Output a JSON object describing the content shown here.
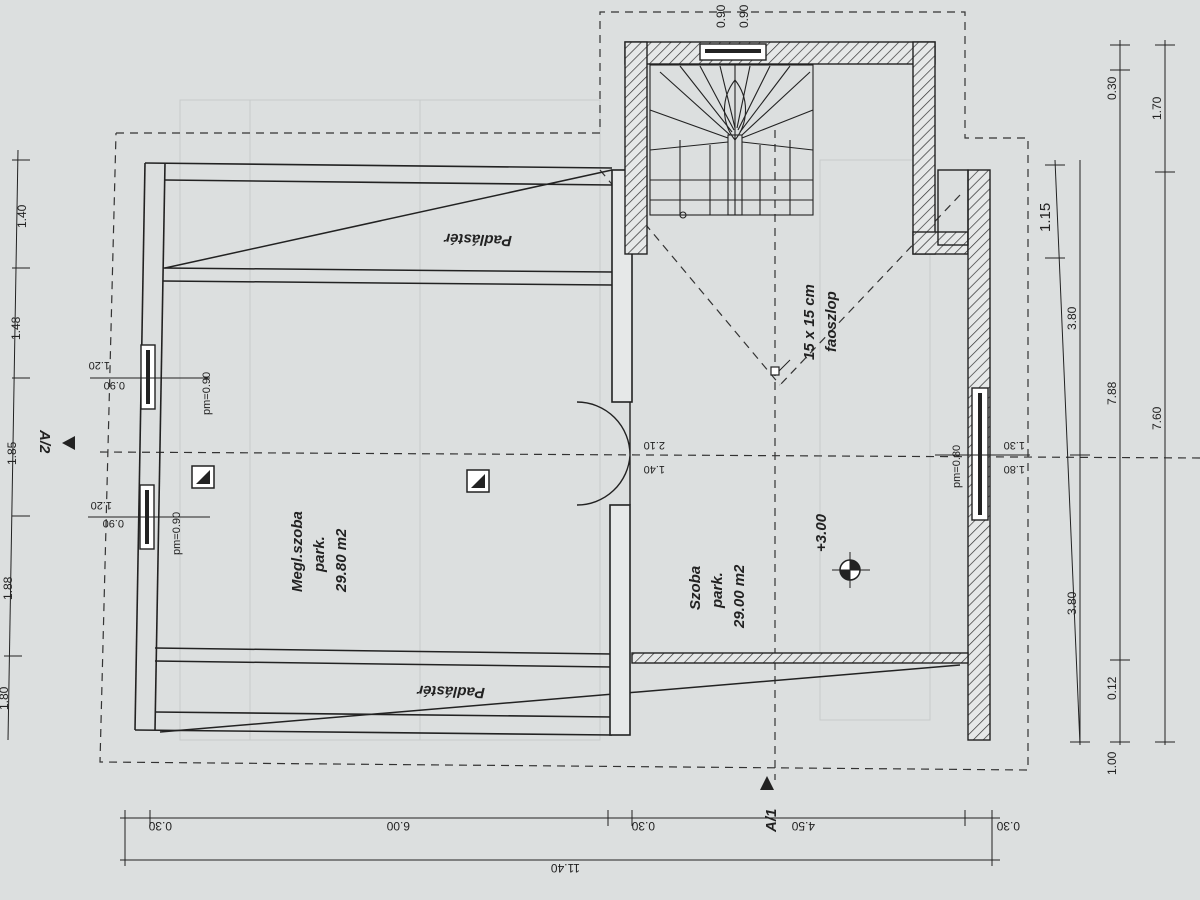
{
  "drawing": {
    "rooms": {
      "attic_top": "Padlástér",
      "attic_bottom": "Padlástér",
      "left_room": {
        "name": "Megl.szoba",
        "floor": "park.",
        "area": "29.80 m2"
      },
      "right_room": {
        "name": "Szoba",
        "floor": "park.",
        "area": "29.00 m2"
      }
    },
    "level": "+3.00",
    "post": {
      "size": "15 x 15 cm",
      "type": "faoszlop"
    },
    "sections": {
      "a1": "A/1",
      "a2": "A/2"
    },
    "windows": {
      "w1": {
        "sill": "pm=0.90",
        "width": "1.20",
        "height": "0.90"
      },
      "w2": {
        "sill": "pm=0.90",
        "width": "1.20",
        "height": "0.90"
      },
      "w3": {
        "sill": "pm=0.80",
        "width": "1.30",
        "height": "1.80"
      }
    },
    "door": {
      "width": "1.40",
      "height": "2.10"
    },
    "dims_bottom_row1": [
      "0.30",
      "6.00",
      "0.30",
      "4.50",
      "0.30"
    ],
    "dims_bottom_total": "11.40",
    "dims_left": [
      "1.40",
      "1.48",
      "1.85",
      "1.88",
      "1.80"
    ],
    "dims_right_a": [
      "1.15",
      "3.80",
      "3.80",
      "0.12",
      "1.00"
    ],
    "dims_right_b": [
      "7.88",
      "0.30"
    ],
    "dims_right_c": [
      "1.70",
      "7.60"
    ],
    "dims_top": [
      "0.90",
      "0.90"
    ]
  }
}
